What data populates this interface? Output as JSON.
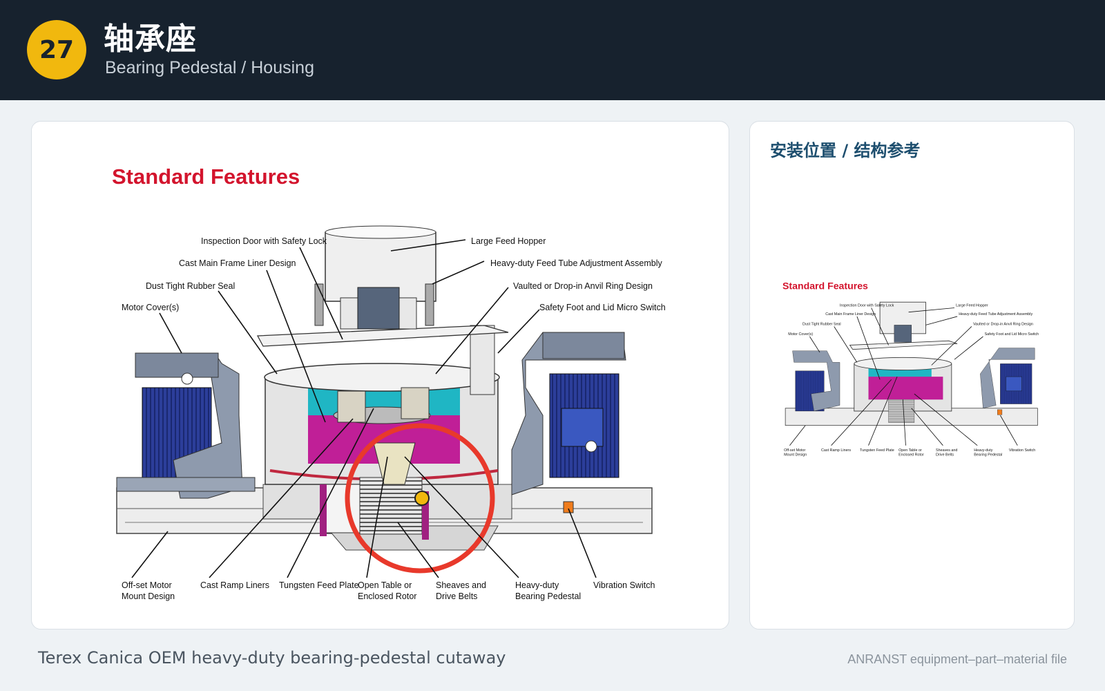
{
  "header": {
    "number": "27",
    "title": "轴承座",
    "subtitle": "Bearing Pedestal / Housing"
  },
  "diagram": {
    "heading": "Standard Features",
    "labels": {
      "inspection_door": "Inspection Door with Safety Lock",
      "cast_main_frame": "Cast Main Frame Liner Design",
      "dust_tight_seal": "Dust Tight Rubber Seal",
      "motor_cover": "Motor Cover(s)",
      "large_feed_hopper": "Large Feed Hopper",
      "feed_tube": "Heavy-duty Feed Tube Adjustment Assembly",
      "anvil_ring": "Vaulted or Drop-in Anvil Ring Design",
      "safety_foot": "Safety Foot and Lid Micro Switch",
      "offset_motor_1": "Off-set Motor",
      "offset_motor_2": "Mount Design",
      "cast_ramp": "Cast Ramp Liners",
      "tungsten_plate": "Tungsten Feed Plate",
      "open_table_1": "Open Table or",
      "open_table_2": "Enclosed Rotor",
      "sheaves_1": "Sheaves and",
      "sheaves_2": "Drive Belts",
      "bearing_1": "Heavy-duty",
      "bearing_2": "Bearing Pedestal",
      "vibration": "Vibration Switch"
    }
  },
  "side_panel": {
    "title": "安装位置 / 结构参考"
  },
  "caption": "Terex Canica OEM heavy-duty bearing-pedestal cutaway",
  "footer": "ANRANST equipment–part–material file",
  "colors": {
    "header_bg": "#17222e",
    "badge": "#f1b80e",
    "heading_red": "#d3142d",
    "highlight_ring": "#e8392b",
    "motor_blue": "#2c3e9a",
    "steel_gray": "#8e9aad",
    "liner_teal": "#1fb6c4",
    "liner_magenta": "#c01f97"
  }
}
